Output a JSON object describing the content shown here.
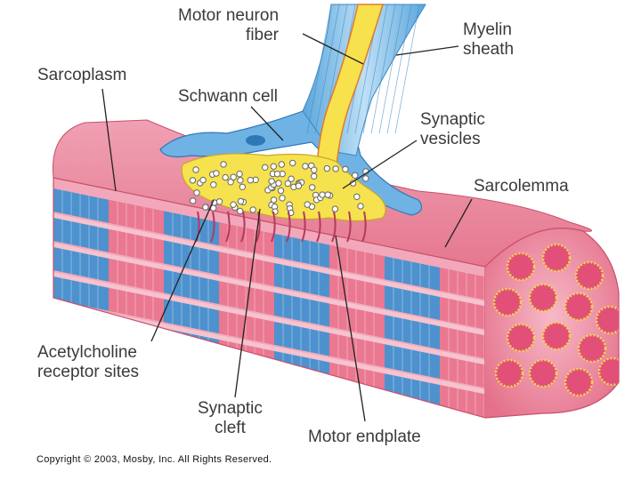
{
  "labels": {
    "motor_neuron_fiber": [
      "Motor neuron",
      "fiber"
    ],
    "myelin_sheath": [
      "Myelin",
      "sheath"
    ],
    "sarcoplasm": "Sarcoplasm",
    "schwann_cell": "Schwann cell",
    "synaptic_vesicles": [
      "Synaptic",
      "vesicles"
    ],
    "sarcolemma": "Sarcolemma",
    "acetylcholine_receptor_sites": [
      "Acetylcholine",
      "receptor sites"
    ],
    "synaptic_cleft": [
      "Synaptic",
      "cleft"
    ],
    "motor_endplate": "Motor endplate"
  },
  "copyright": "Copyright © 2003, Mosby, Inc. All Rights Reserved.",
  "colors": {
    "muscle_pink": "#e9728d",
    "muscle_light": "#f6c3cf",
    "myofibril_blue": "#3b8fd0",
    "myelin_blue": "#8fc5ea",
    "axon_yellow": "#f5e04a",
    "vesicle_yellow": "#f2d64a",
    "leader_line": "#222222"
  }
}
